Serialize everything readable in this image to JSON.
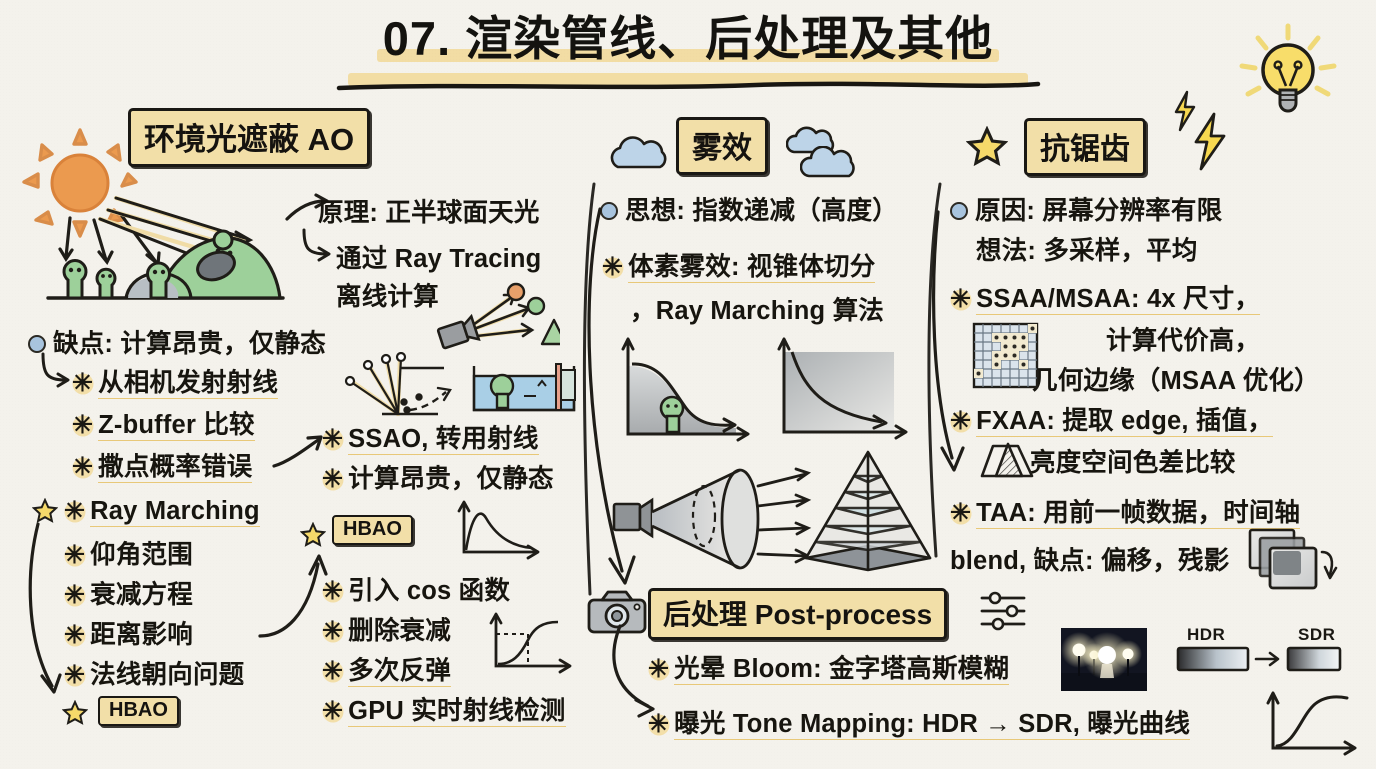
{
  "title": "07. 渲染管线、后处理及其他",
  "sections": {
    "ao": {
      "tag": "环境光遮蔽 AO",
      "lines": {
        "principle": "原理: 正半球面天光",
        "raytracing": "通过 Ray Tracing",
        "offline": "离线计算",
        "drawback": "缺点: 计算昂贵，仅静态",
        "cam_ray": "从相机发射射线",
        "zbuffer": "Z-buffer 比较",
        "scatter": "撒点概率错误",
        "ray_marching": "Ray Marching",
        "elev_range": "仰角范围",
        "atten_eq": "衰减方程",
        "dist_effect": "距离影响",
        "normal_issue": "法线朝向问题",
        "hbao_tag_left": "HBAO",
        "ssao": "SSAO, 转用射线",
        "ssao_cost": "计算昂贵，仅静态",
        "hbao_tag_mid": "HBAO",
        "hbao_cos": "引入 cos 函数",
        "hbao_del": "删除衰减",
        "hbao_bounce": "多次反弹",
        "hbao_gpu": "GPU 实时射线检测"
      }
    },
    "fog": {
      "tag": "雾效",
      "lines": {
        "idea": "思想: 指数递减（高度）",
        "voxel": "体素雾效: 视锥体切分",
        "voxel2": "，Ray Marching 算法"
      }
    },
    "aa": {
      "tag": "抗锯齿",
      "lines": {
        "cause": "原因: 屏幕分辨率有限",
        "idea": "想法: 多采样，平均",
        "ssaa": "SSAA/MSAA: 4x 尺寸，",
        "ssaa2": "计算代价高，",
        "ssaa3": "几何边缘（MSAA 优化）",
        "fxaa": "FXAA: 提取 edge, 插值，",
        "fxaa2": "亮度空间色差比较",
        "taa": "TAA: 用前一帧数据，时间轴",
        "taa2": "blend, 缺点: 偏移，残影"
      }
    },
    "post": {
      "tag": "后处理 Post-process",
      "lines": {
        "bloom": "光晕 Bloom: 金字塔高斯模糊",
        "tone": "曝光 Tone Mapping:  HDR → SDR, 曝光曲线"
      },
      "hdr_label": "HDR",
      "sdr_label": "SDR"
    }
  },
  "colors": {
    "background": "#f4f2ec",
    "highlight": "#f2dda4",
    "tag_fill": "#f2dfa8",
    "ink": "#17150f",
    "underline": "#e8c878",
    "sun": "#eb9a4f",
    "blob_green": "#9dd09a",
    "bullet_blue": "#a8c4de",
    "star_yellow": "#f5d96a"
  }
}
